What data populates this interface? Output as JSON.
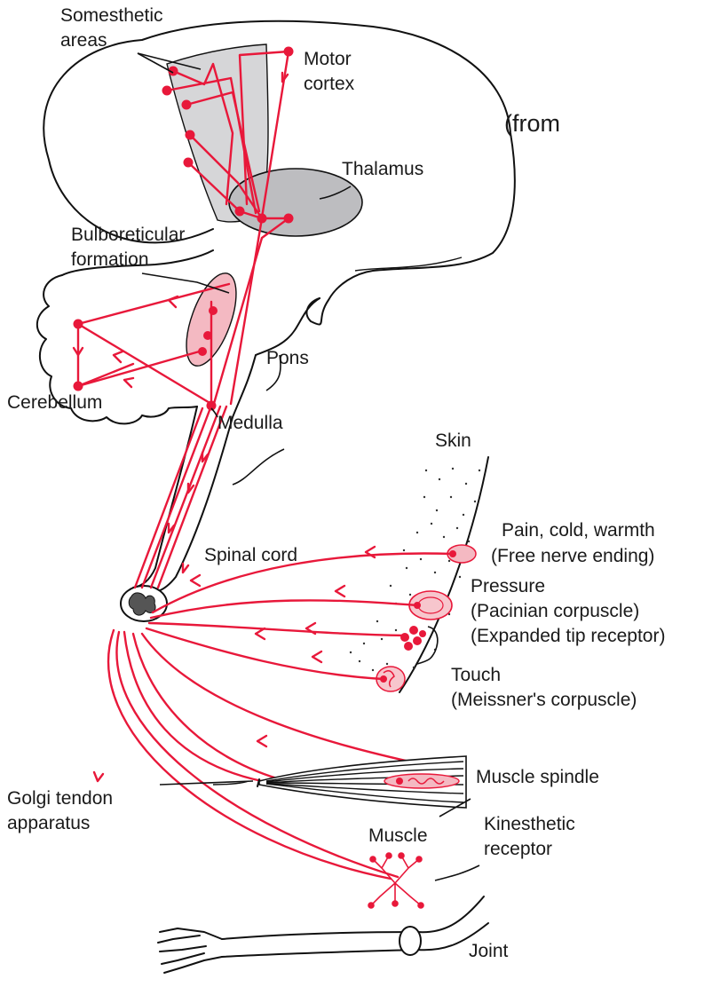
{
  "labels": {
    "somesthetic": [
      "Somesthetic",
      "areas"
    ],
    "motor_cortex": [
      "Motor",
      "cortex"
    ],
    "from_note": "(from",
    "thalamus": "Thalamus",
    "bulboreticular": [
      "Bulboreticular",
      "formation"
    ],
    "pons": "Pons",
    "cerebellum": "Cerebellum",
    "medulla": "Medulla",
    "skin": "Skin",
    "spinal_cord": "Spinal cord",
    "pain": [
      "Pain, cold, warmth",
      "(Free nerve ending)"
    ],
    "pressure": [
      "Pressure",
      "(Pacinian corpuscle)",
      "(Expanded tip receptor)"
    ],
    "touch": [
      "Touch",
      "(Meissner's corpuscle)"
    ],
    "muscle_spindle": "Muscle spindle",
    "golgi": [
      "Golgi tendon",
      "apparatus"
    ],
    "muscle": "Muscle",
    "kinesthetic": [
      "Kinesthetic",
      "receptor"
    ],
    "joint": "Joint"
  },
  "colors": {
    "nerve": "#e8183a",
    "cortex_fill": "#d6d6d8",
    "thalamus_fill": "#bdbdc0",
    "bulbo_fill": "#f4b9c2"
  },
  "icons": [
    "nerve-pathway",
    "receptor-ending"
  ]
}
